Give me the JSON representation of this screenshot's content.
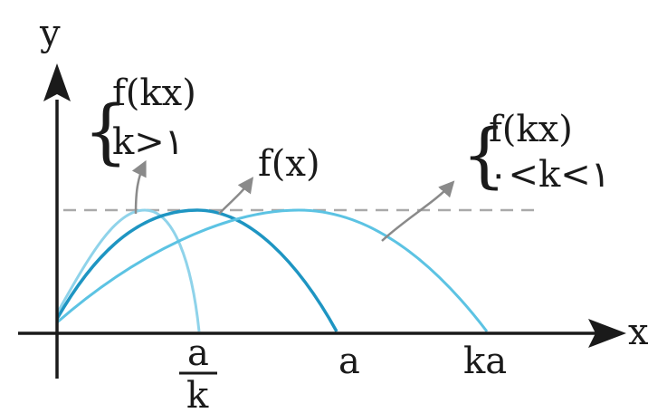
{
  "axes": {
    "x_label": "x",
    "y_label": "y",
    "ticks": {
      "a_over_k_num": "a",
      "a_over_k_den": "k",
      "a": "a",
      "ka": "ka"
    }
  },
  "annotations": {
    "compressed": {
      "line1": "f(kx)",
      "line2": "k>١"
    },
    "original": {
      "text": "f(x)"
    },
    "stretched": {
      "line1": "f(kx)",
      "line2": "٠<k<١"
    }
  },
  "colors": {
    "axis": "#1a1a1a",
    "curve_compressed": "#8fd3ea",
    "curve_original": "#1e95c2",
    "curve_stretched": "#5cc3e3",
    "dashed_max": "#a9a9a9",
    "pointer_arrows": "#8a8a8a"
  }
}
